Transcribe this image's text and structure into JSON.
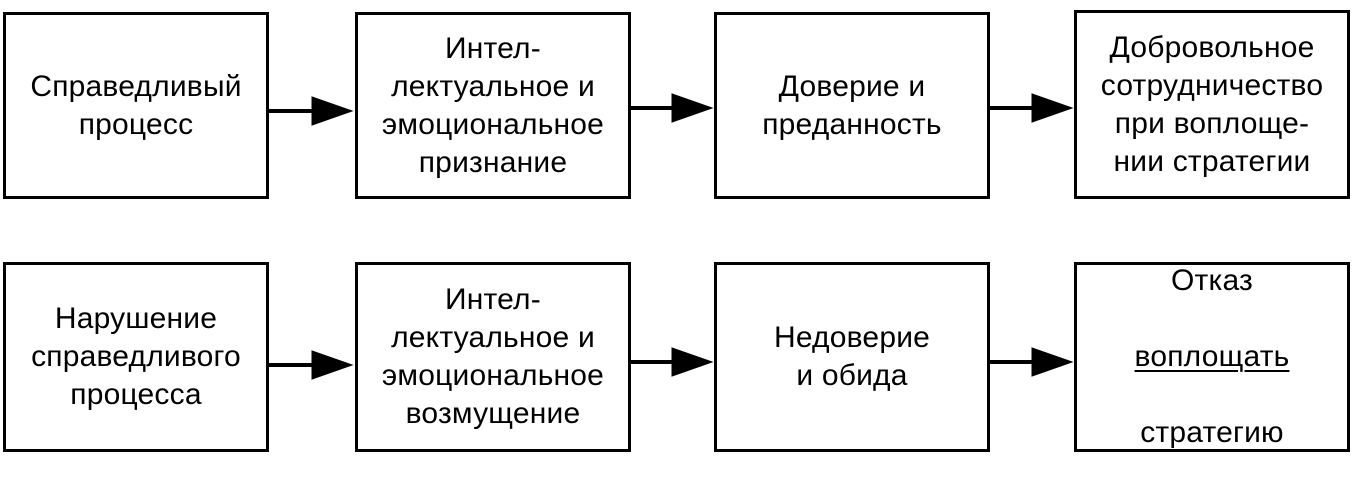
{
  "rows": [
    {
      "boxes": [
        {
          "text": "Справедливый\nпроцесс"
        },
        {
          "text": "Интел-\nлектуальное и\nэмоциональное\nпризнание"
        },
        {
          "text": "Доверие и\nпреданность"
        },
        {
          "text": "Добровольное\nсотрудничество\nпри воплоще-\nнии стратегии"
        }
      ]
    },
    {
      "boxes": [
        {
          "text": "Нарушение\nсправедливого\nпроцесса"
        },
        {
          "text": "Интел-\nлектуальное и\nэмоциональное\nвозмущение"
        },
        {
          "text": "Недоверие\nи обида"
        },
        {
          "text_line1": "Отказ",
          "text_line2": "воплощать",
          "text_line3": "стратегию"
        }
      ]
    }
  ],
  "colors": {
    "stroke": "#000000",
    "background": "#ffffff",
    "text": "#000000"
  }
}
